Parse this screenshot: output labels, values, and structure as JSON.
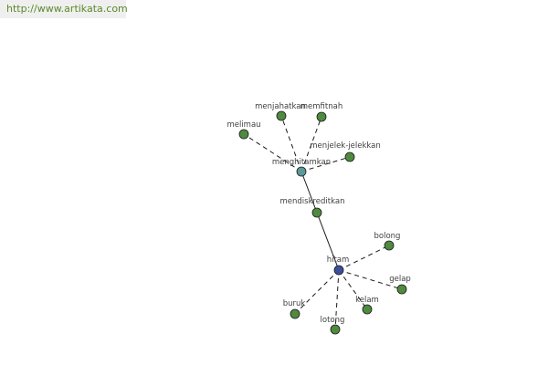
{
  "site": {
    "url": "http://www.artikata.com"
  },
  "graph": {
    "nodes": [
      {
        "id": "menghitamkan",
        "label": "menghitamkan",
        "kind": "hub",
        "color": "#5b9a9a"
      },
      {
        "id": "hitam",
        "label": "hitam",
        "kind": "root",
        "color": "#3c4f9a"
      },
      {
        "id": "mendiskreditkan",
        "label": "mendiskreditkan",
        "kind": "leaf",
        "color": "#4f8a3f"
      },
      {
        "id": "menjahatkan",
        "label": "menjahatkan",
        "kind": "leaf",
        "color": "#4f8a3f"
      },
      {
        "id": "memfitnah",
        "label": "memfitnah",
        "kind": "leaf",
        "color": "#4f8a3f"
      },
      {
        "id": "melimau",
        "label": "melimau",
        "kind": "leaf",
        "color": "#4f8a3f"
      },
      {
        "id": "menjelek-jelekkan",
        "label": "menjelek-jelekkan",
        "kind": "leaf",
        "color": "#4f8a3f"
      },
      {
        "id": "bolong",
        "label": "bolong",
        "kind": "leaf",
        "color": "#4f8a3f"
      },
      {
        "id": "gelap",
        "label": "gelap",
        "kind": "leaf",
        "color": "#4f8a3f"
      },
      {
        "id": "kelam",
        "label": "kelam",
        "kind": "leaf",
        "color": "#4f8a3f"
      },
      {
        "id": "lotong",
        "label": "lotong",
        "kind": "leaf",
        "color": "#4f8a3f"
      },
      {
        "id": "buruk",
        "label": "buruk",
        "kind": "leaf",
        "color": "#4f8a3f"
      }
    ],
    "edges": [
      {
        "from": "menghitamkan",
        "to": "menjahatkan",
        "style": "dashed"
      },
      {
        "from": "menghitamkan",
        "to": "memfitnah",
        "style": "dashed"
      },
      {
        "from": "menghitamkan",
        "to": "melimau",
        "style": "dashed"
      },
      {
        "from": "menghitamkan",
        "to": "menjelek-jelekkan",
        "style": "dashed"
      },
      {
        "from": "menghitamkan",
        "to": "mendiskreditkan",
        "style": "solid"
      },
      {
        "from": "mendiskreditkan",
        "to": "hitam",
        "style": "solid"
      },
      {
        "from": "hitam",
        "to": "bolong",
        "style": "dashed"
      },
      {
        "from": "hitam",
        "to": "gelap",
        "style": "dashed"
      },
      {
        "from": "hitam",
        "to": "kelam",
        "style": "dashed"
      },
      {
        "from": "hitam",
        "to": "lotong",
        "style": "dashed"
      },
      {
        "from": "hitam",
        "to": "buruk",
        "style": "dashed"
      }
    ]
  }
}
